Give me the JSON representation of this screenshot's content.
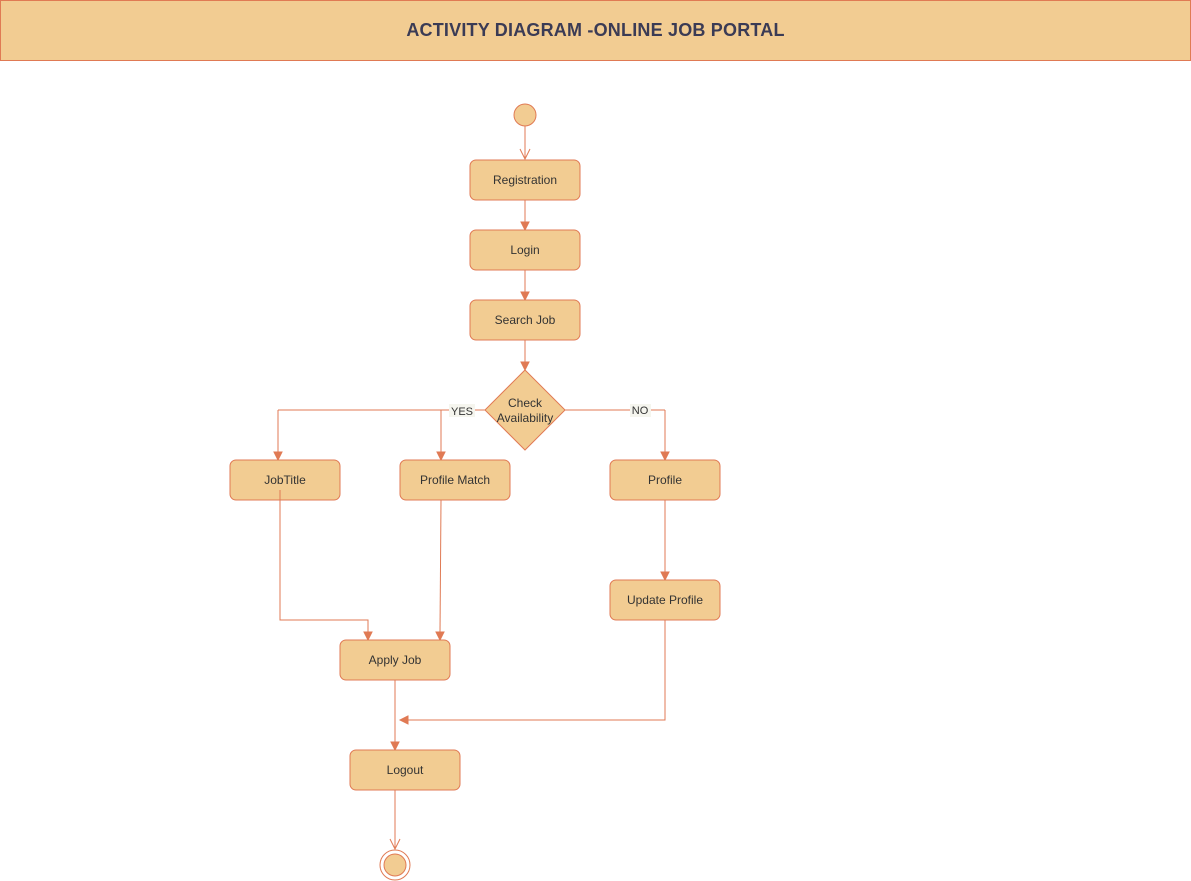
{
  "title": "ACTIVITY DIAGRAM -ONLINE JOB PORTAL",
  "colors": {
    "fill": "#f2cc92",
    "stroke": "#e07a54",
    "title_text": "#3b3b55",
    "label_text": "#333333"
  },
  "nodes": {
    "registration": "Registration",
    "login": "Login",
    "search_job": "Search Job",
    "check_line1": "Check",
    "check_line2": "Availability",
    "job_title": "JobTitle",
    "profile_match": "Profile Match",
    "profile": "Profile",
    "update_profile": "Update Profile",
    "apply_job": "Apply Job",
    "logout": "Logout"
  },
  "edge_labels": {
    "yes": "YES",
    "no": "NO"
  }
}
